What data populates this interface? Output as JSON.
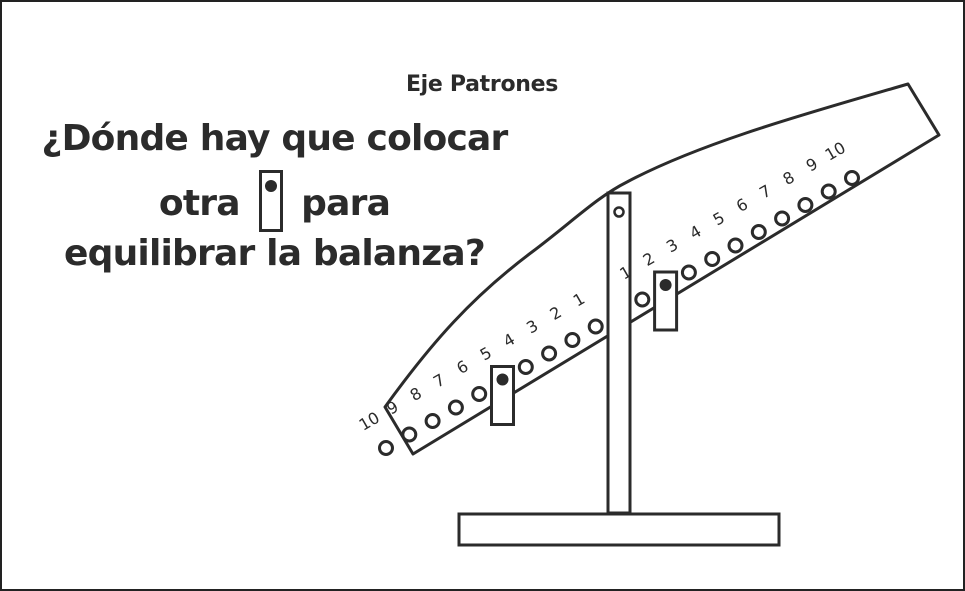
{
  "subtitle": "Eje Patrones",
  "question": {
    "line1": "¿Dónde hay que colocar",
    "line2_before": "otra",
    "line2_after": "para",
    "line3": "equilibrar la balanza?"
  },
  "balance": {
    "left_arm_labels": [
      "10",
      "9",
      "8",
      "7",
      "6",
      "5",
      "4",
      "3",
      "2",
      "1"
    ],
    "right_arm_labels": [
      "1",
      "2",
      "3",
      "4",
      "5",
      "6",
      "7",
      "8",
      "9",
      "10"
    ],
    "weights": [
      {
        "side": "left",
        "position": 5
      },
      {
        "side": "right",
        "position": 2
      }
    ]
  }
}
